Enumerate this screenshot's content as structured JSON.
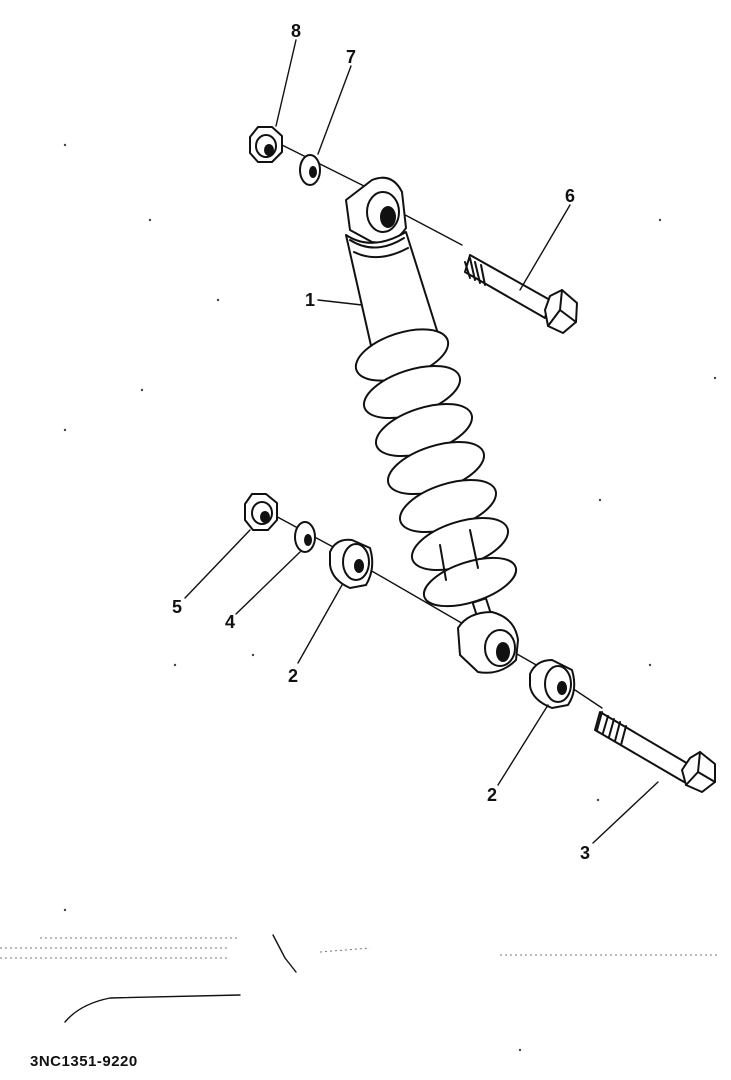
{
  "diagram": {
    "callouts": [
      {
        "id": "c8",
        "label": "8"
      },
      {
        "id": "c7",
        "label": "7"
      },
      {
        "id": "c6",
        "label": "6"
      },
      {
        "id": "c1",
        "label": "1"
      },
      {
        "id": "c5",
        "label": "5"
      },
      {
        "id": "c4",
        "label": "4"
      },
      {
        "id": "c2a",
        "label": "2"
      },
      {
        "id": "c2b",
        "label": "2"
      },
      {
        "id": "c3",
        "label": "3"
      }
    ],
    "part_code": "3NC1351-9220"
  }
}
